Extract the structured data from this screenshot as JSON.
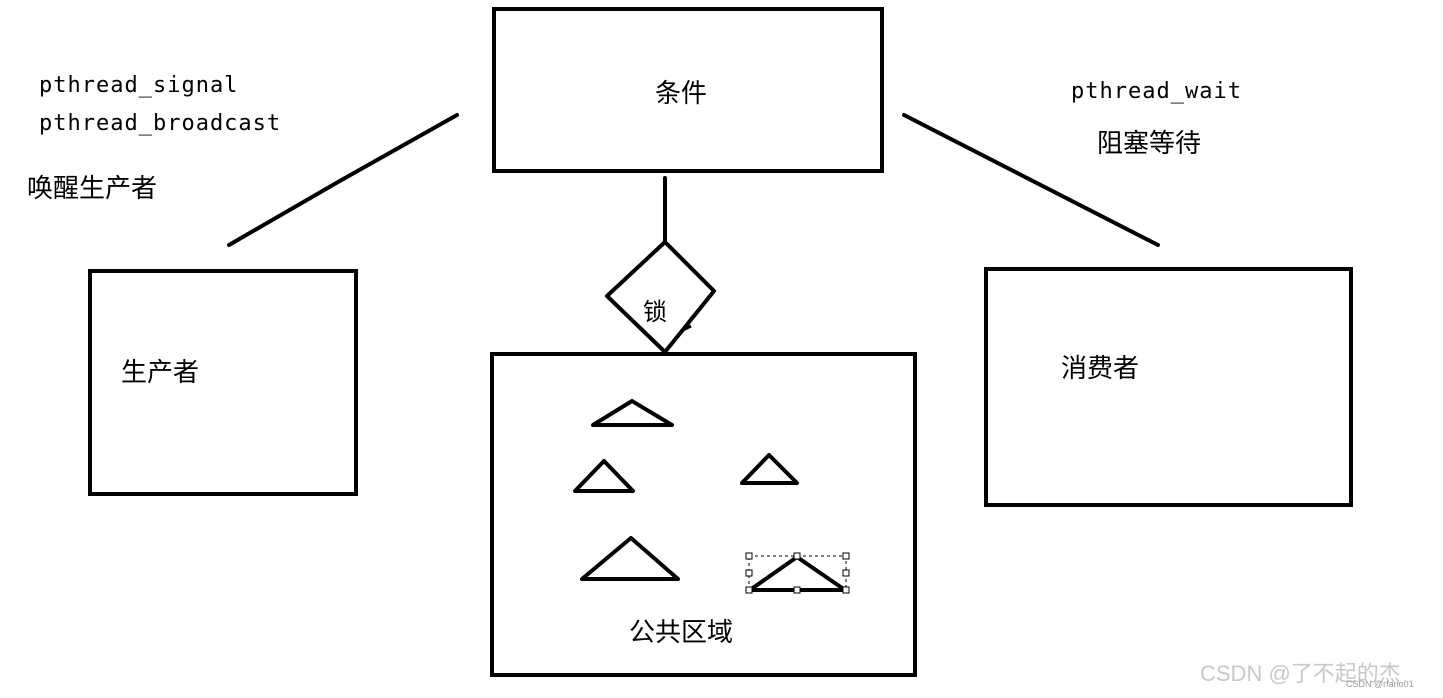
{
  "nodes": {
    "condition": "条件",
    "producer": "生产者",
    "consumer": "消费者",
    "lock": "锁",
    "shared_area": "公共区域"
  },
  "annotations": {
    "signal_call": "pthread_signal",
    "broadcast_call": "pthread_broadcast",
    "wake_producer": "唤醒生产者",
    "wait_call": "pthread_wait",
    "blocking_wait": "阻塞等待"
  },
  "watermark": {
    "main": "CSDN @了不起的杰",
    "small": "CSDN @rfano01"
  },
  "colors": {
    "ink": "#000000",
    "watermark": "#c8c8c8"
  }
}
